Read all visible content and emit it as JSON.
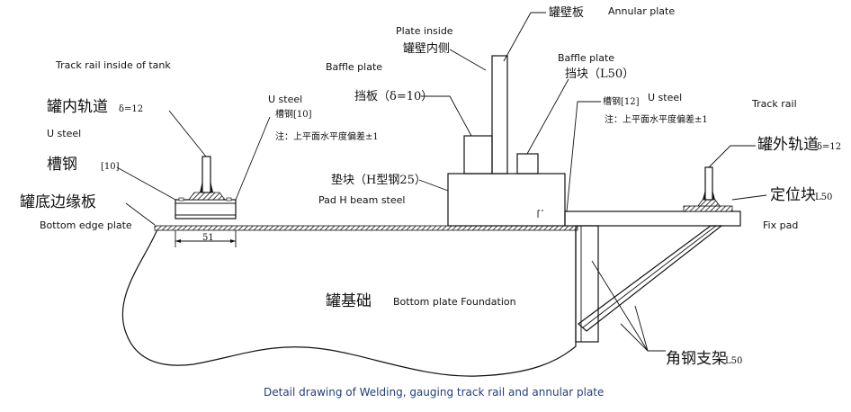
{
  "diagram": {
    "caption": "Detail drawing of Welding, gauging track rail and annular plate",
    "caption_color": "#1f3f7a",
    "labels": {
      "track_rail_inside_en": "Track rail inside of tank",
      "track_rail_inside_cn": "罐内轨道",
      "track_rail_inside_spec": "δ=12",
      "u_steel_left_en": "U steel",
      "channel_steel_left_cn": "槽钢",
      "channel_steel_left_spec": "[10]",
      "tank_bottom_edge_cn": "罐底边缘板",
      "bottom_edge_plate_en": "Bottom edge plate",
      "u_steel_mid_en": "U steel",
      "channel_steel_mid_cn": "槽钢[10]",
      "level_note_left_cn": "注：上平面水平度偏差±1",
      "baffle_plate_left_en": "Baffle plate",
      "baffle_plate_left_cn": "挡板（δ=10）",
      "plate_inside_en": "Plate inside",
      "plate_inside_cn": "罐壁内侧",
      "tank_wall_cn": "罐壁板",
      "annular_plate_en": "Annular plate",
      "baffle_plate_right_en": "Baffle plate",
      "baffle_plate_right_cn": "挡块（L50）",
      "pad_cn": "垫块（H型钢25）",
      "pad_h_beam_en": "Pad H beam steel",
      "channel_steel_right_cn": "槽钢[12]",
      "u_steel_right_en": "U steel",
      "level_note_right_cn": "注：上平面水平度偏差±1",
      "track_rail_en": "Track rail",
      "track_rail_outside_cn": "罐外轨道",
      "track_rail_outside_spec": "δ=12",
      "positioning_block_cn": "定位块",
      "positioning_block_spec": "L50",
      "fix_pad_en": "Fix pad",
      "foundation_cn": "罐基础",
      "foundation_en": "Bottom plate Foundation",
      "angle_bracket_cn": "角钢支架",
      "angle_bracket_spec": "L50",
      "dimension_mark": "51"
    }
  }
}
